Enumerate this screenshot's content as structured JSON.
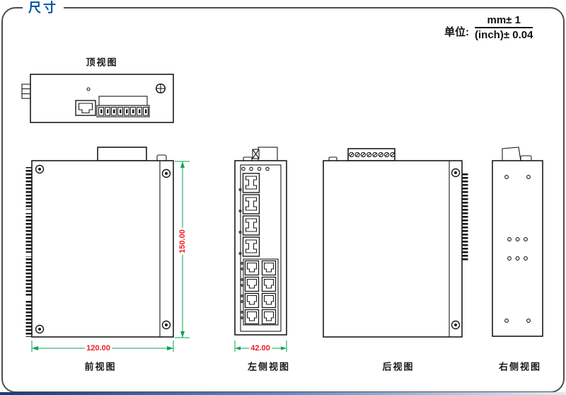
{
  "header": {
    "title": "尺寸"
  },
  "unit": {
    "label": "单位:",
    "numerator": "mm± 1",
    "denominator": "(inch)± 0.04"
  },
  "views": {
    "top": {
      "label": "顶视图"
    },
    "front": {
      "label": "前视图",
      "height_dim": "150.00",
      "width_dim": "120.00"
    },
    "left": {
      "label": "左侧视图",
      "width_dim": "42.00"
    },
    "rear": {
      "label": "后视图"
    },
    "right": {
      "label": "右侧视图"
    }
  },
  "colors": {
    "accent": "#0054a6",
    "dimension_line": "#00a651",
    "dimension_text": "#ed1c24",
    "drawing_line": "#1a1a1a",
    "panel_border": "#4d4d4d",
    "footer_gradient_start": "#143d78",
    "footer_gradient_end": "#dfe9f5"
  }
}
